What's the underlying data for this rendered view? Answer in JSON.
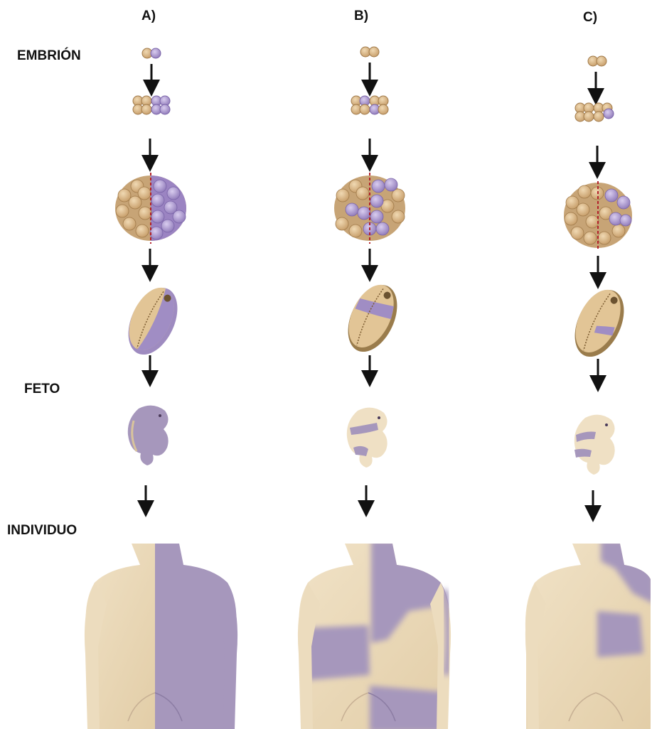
{
  "columns": [
    "A)",
    "B)",
    "C)"
  ],
  "stages": {
    "embryo": "EMBRIÓN",
    "fetus": "FETO",
    "individual": "INDIVIDUO"
  },
  "colors": {
    "normal_cell": "#d9b98a",
    "mutant_cell": "#a58fc4",
    "skin_normal": "#ecdcbe",
    "skin_mutant": "#a697bc",
    "midline": "#b2202a",
    "arrow": "#111111"
  }
}
